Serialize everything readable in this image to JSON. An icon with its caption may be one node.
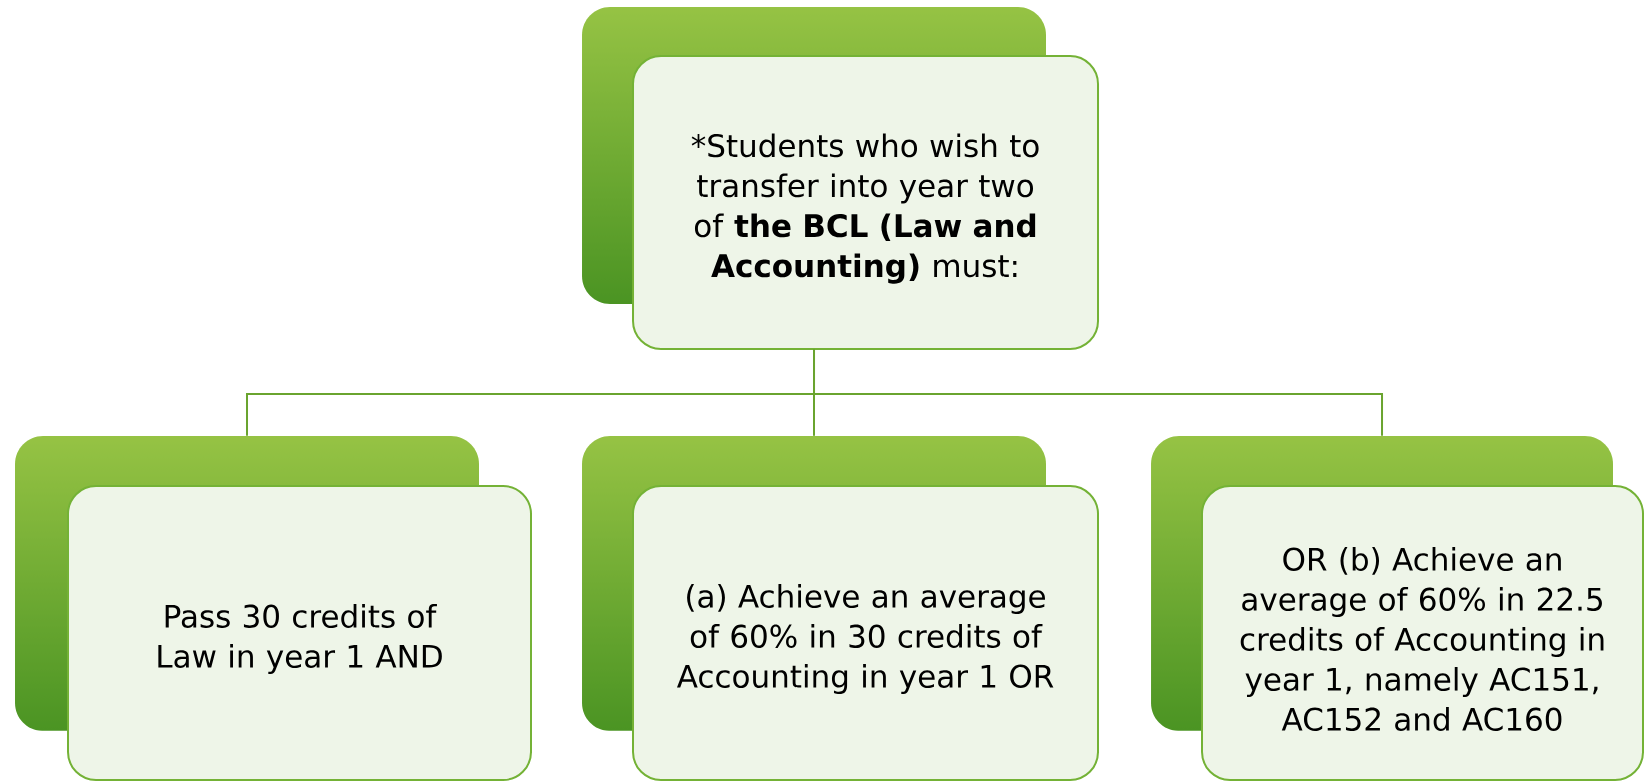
{
  "diagram": {
    "nodes": [
      {
        "text": [
          "*Students who wish to transfer into year two of **the BCL (Law and Accounting)** must:"
        ]
      },
      {
        "text": [
          "Pass 30 credits of Law in year 1 AND"
        ]
      },
      {
        "text": [
          "(a) Achieve an average of 60% in 30 credits of Accounting in year 1 OR"
        ]
      },
      {
        "text": [
          "OR (b) Achieve an average of 60% in 22.5 credits of Accounting in year 1, namely AC151, AC152 and AC160"
        ]
      }
    ],
    "edges": [
      {
        "from": 0,
        "to": 1,
        "arrow": "none"
      },
      {
        "from": 0,
        "to": 2,
        "arrow": "none"
      },
      {
        "from": 0,
        "to": 3,
        "arrow": "none"
      }
    ]
  }
}
